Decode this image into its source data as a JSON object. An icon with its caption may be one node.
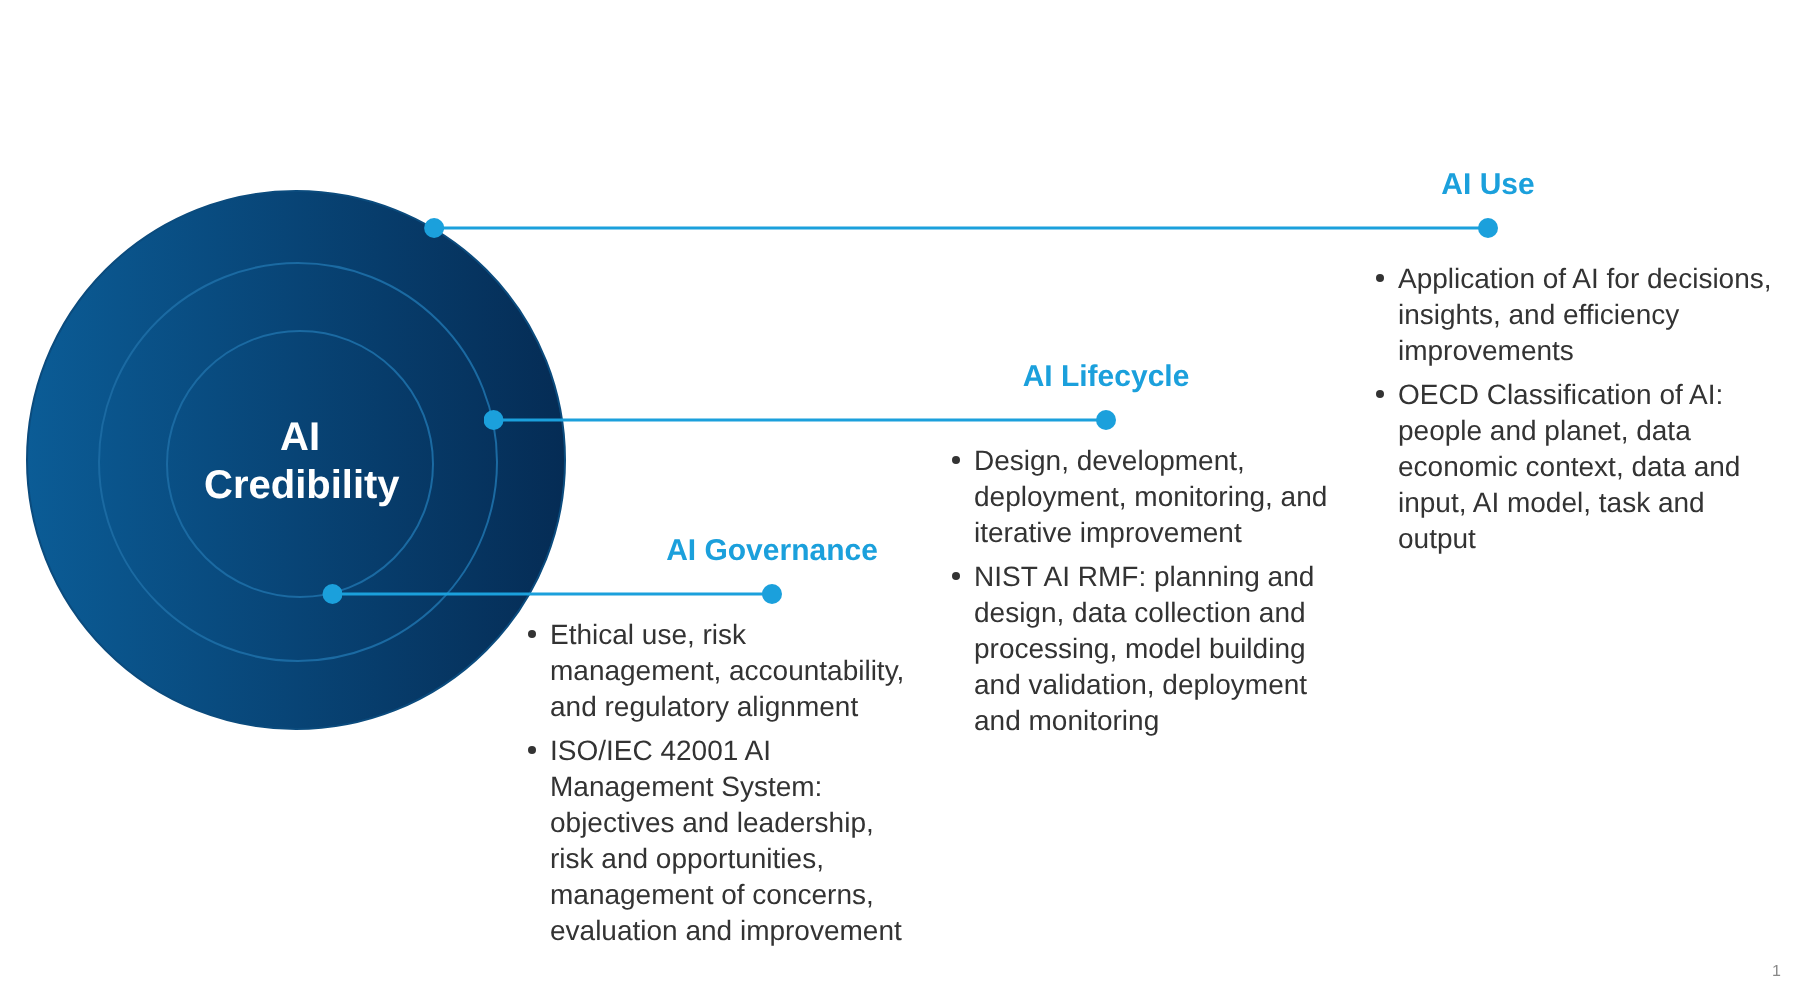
{
  "diagram": {
    "nodes": [
      {
        "text": [],
        "shape": "circle"
      },
      {
        "text": [],
        "shape": "circle",
        "in": 0
      },
      {
        "text": [
          "AI Credibility"
        ],
        "in": 1
      },
      {
        "text": [
          "AI Use"
        ],
        "beside": [
          "Application of AI for decisions, insights, and efficiency improvements",
          "OECD Classification of AI: people and planet, data economic context, data and input, AI model, task and output"
        ]
      },
      {
        "text": [
          "AI Lifecycle"
        ],
        "beside": [
          "Design, development, deployment, monitoring, and iterative improvement",
          "NIST AI RMF: planning and design, data collection and processing, model building and validation, deployment and monitoring"
        ]
      },
      {
        "text": [
          "AI Governance"
        ],
        "beside": [
          "Ethical use, risk management, accountability, and regulatory alignment",
          "ISO/IEC 42001 AI Management System: objectives and leadership, risk and opportunities, management of concerns, evaluation and improvement"
        ]
      }
    ],
    "edges": [
      {
        "from": 0,
        "to": 3,
        "arrow": "other"
      },
      {
        "from": 1,
        "to": 4,
        "arrow": "other"
      },
      {
        "from": 2,
        "to": 5,
        "arrow": "other"
      }
    ],
    "labels": [
      "1"
    ]
  }
}
